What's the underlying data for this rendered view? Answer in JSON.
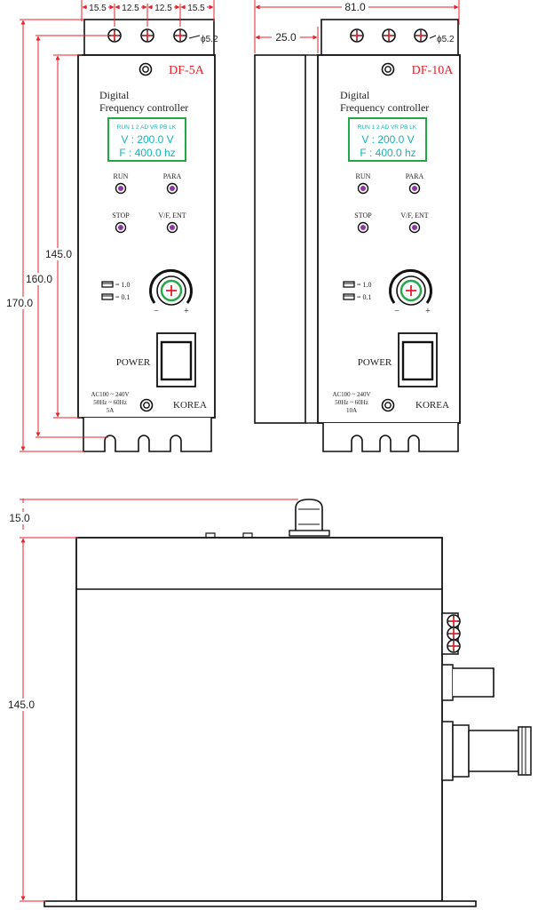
{
  "colors": {
    "dimension_line": "#e8202a",
    "display_text": "#16b2b8",
    "display_border": "#22a846",
    "indicator_led": "#8b3aa0",
    "knob_ring": "#22a846",
    "knob_cross": "#e8202a",
    "outline": "#111111"
  },
  "icons": [
    "screw-hole-icon",
    "knob-icon",
    "led-indicator-icon",
    "rocker-switch-icon",
    "key-button-icon"
  ],
  "front_view": {
    "dims_top": [
      "15.5",
      "12.5",
      "12.5",
      "15.5"
    ],
    "hole_dia": "ϕ5.2",
    "dims_left": [
      "145.0",
      "160.0",
      "170.0"
    ],
    "model": "DF-5A",
    "title_line1": "Digital",
    "title_line2": "Frequency controller",
    "display_header": "RUN  1  2  AD  VR  PB  LK",
    "display_line1": "V : 200.0 V",
    "display_line2": "F : 400.0 hz",
    "btn_run": "RUN",
    "btn_para": "PARA",
    "btn_stop": "STOP",
    "btn_vfent": "V/F, ENT",
    "key_coarse": "= 1.0",
    "key_fine": "= 0.1",
    "knob_minus": "−",
    "knob_plus": "+",
    "power": "POWER",
    "spec1": "AC100 ~ 240V",
    "spec2": "50Hz ~ 60Hz",
    "spec3": "5A",
    "origin": "KOREA"
  },
  "second_view": {
    "dim_width": "81.0",
    "dim_depth": "25.0",
    "hole_dia": "ϕ5.2",
    "model": "DF-10A",
    "title_line1": "Digital",
    "title_line2": "Frequency controller",
    "display_header": "RUN  1  2  AD  VR  PB  LK",
    "display_line1": "V : 200.0 V",
    "display_line2": "F : 400.0 hz",
    "btn_run": "RUN",
    "btn_para": "PARA",
    "btn_stop": "STOP",
    "btn_vfent": "V/F, ENT",
    "key_coarse": "= 1.0",
    "key_fine": "= 0.1",
    "knob_minus": "−",
    "knob_plus": "+",
    "power": "POWER",
    "spec1": "AC100 ~ 240V",
    "spec2": "50Hz ~ 60Hz",
    "spec3": "10A",
    "origin": "KOREA"
  },
  "side_view": {
    "dim_top": "15.0",
    "dim_height": "145.0"
  }
}
